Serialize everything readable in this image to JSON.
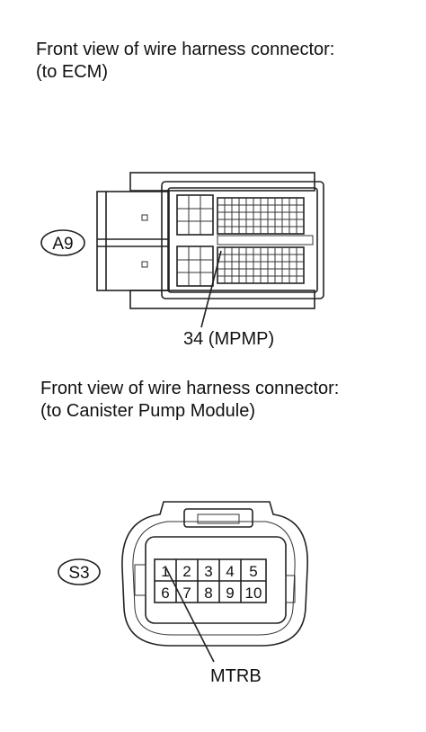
{
  "ecm_section": {
    "caption_line1": "Front view of wire harness connector:",
    "caption_line2": "(to ECM)",
    "connector_label": "A9",
    "pin_callout": "34 (MPMP)"
  },
  "pump_section": {
    "caption_line1": "Front view of wire harness connector:",
    "caption_line2": "(to Canister Pump Module)",
    "connector_label": "S3",
    "pins_row1": [
      "1",
      "2",
      "3",
      "4",
      "5"
    ],
    "pins_row2": [
      "6",
      "7",
      "8",
      "9",
      "10"
    ],
    "pin_callout": "MTRB"
  }
}
